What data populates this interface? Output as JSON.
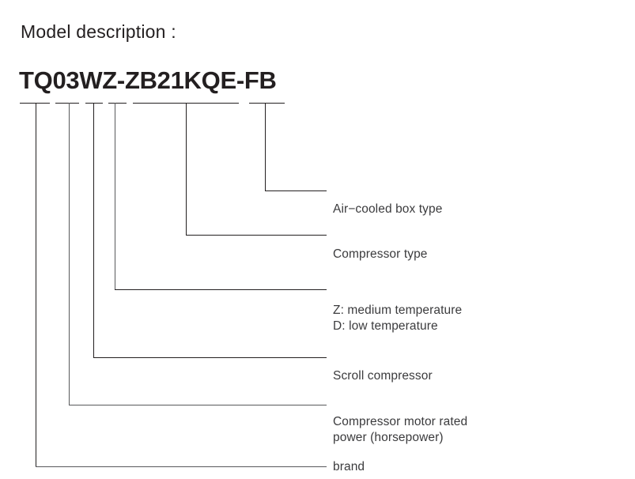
{
  "heading": {
    "title": "Model description :"
  },
  "model": {
    "code": "TQ03WZ-ZB21KQE-FB"
  },
  "callouts": [
    {
      "id": "air-cooled-box-type",
      "label": "Air−cooled box type",
      "segment": "FB"
    },
    {
      "id": "compressor-type",
      "label": "Compressor type",
      "segment": "ZB21KQE"
    },
    {
      "id": "temperature-class",
      "label": "Z: medium temperature\nD: low temperature",
      "segment": "Z"
    },
    {
      "id": "scroll-compressor",
      "label": "Scroll compressor",
      "segment": "W"
    },
    {
      "id": "compressor-motor-power",
      "label": "Compressor motor rated\npower (horsepower)",
      "segment": "03"
    },
    {
      "id": "brand",
      "label": "brand",
      "segment": "TQ"
    }
  ],
  "colors": {
    "ink": "#231f20",
    "rule": "#58595b",
    "label_text": "#3b3b3d",
    "background": "#ffffff"
  }
}
